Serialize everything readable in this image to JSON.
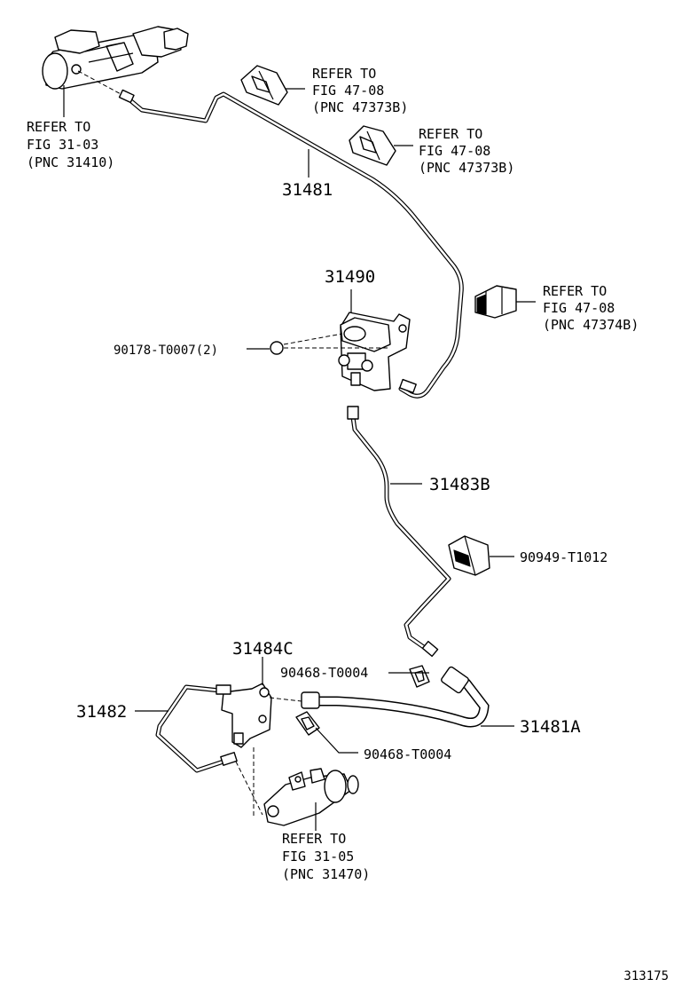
{
  "labels": {
    "ref_31410": [
      "REFER TO",
      "FIG 31-03",
      "(PNC 31410)"
    ],
    "ref_47373b_1": [
      "REFER TO",
      "FIG 47-08",
      "(PNC 47373B)"
    ],
    "ref_47373b_2": [
      "REFER TO",
      "FIG 47-08",
      "(PNC 47373B)"
    ],
    "ref_47374b": [
      "REFER TO",
      "FIG 47-08",
      "(PNC 47374B)"
    ],
    "ref_31470": [
      "REFER TO",
      "FIG 31-05",
      "(PNC 31470)"
    ],
    "p31481": "31481",
    "p31490": "31490",
    "p90178": "90178-T0007(2)",
    "p31483b": "31483B",
    "p90949": "90949-T1012",
    "p31484c": "31484C",
    "p90468_1": "90468-T0004",
    "p31482": "31482",
    "p31481a": "31481A",
    "p90468_2": "90468-T0004",
    "figure_number": "313175"
  }
}
